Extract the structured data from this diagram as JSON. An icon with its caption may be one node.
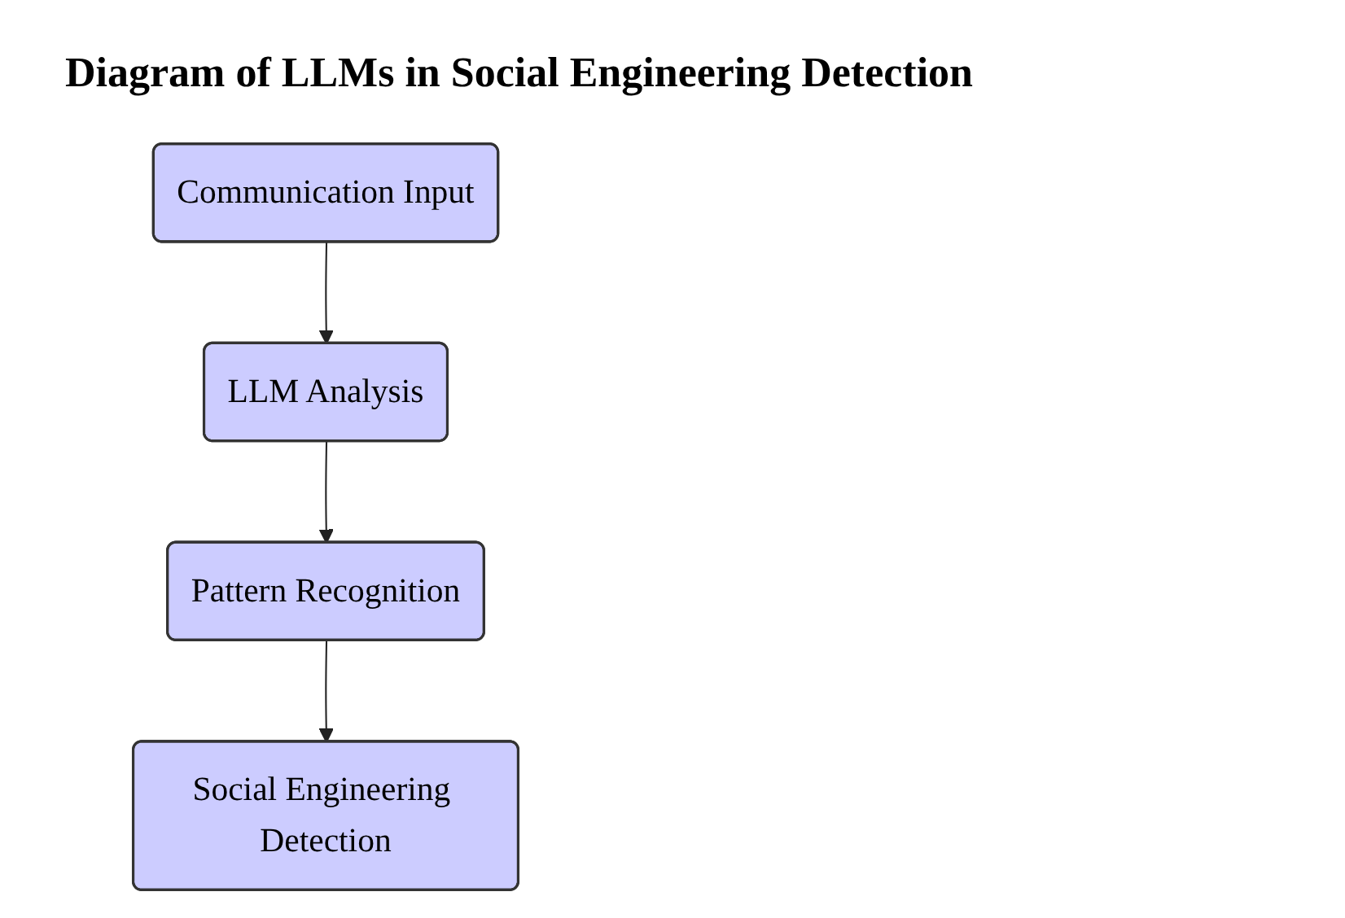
{
  "diagram": {
    "title": "Diagram of LLMs in Social Engineering Detection",
    "nodes": [
      {
        "text": [
          "Communication Input"
        ]
      },
      {
        "text": [
          "LLM Analysis"
        ]
      },
      {
        "text": [
          "Pattern Recognition"
        ]
      },
      {
        "text": [
          "Social Engineering Detection"
        ]
      }
    ],
    "edges": [
      {
        "from": 0,
        "to": 1,
        "arrow": "to"
      },
      {
        "from": 1,
        "to": 2,
        "arrow": "to"
      },
      {
        "from": 2,
        "to": 3,
        "arrow": "to"
      }
    ]
  }
}
